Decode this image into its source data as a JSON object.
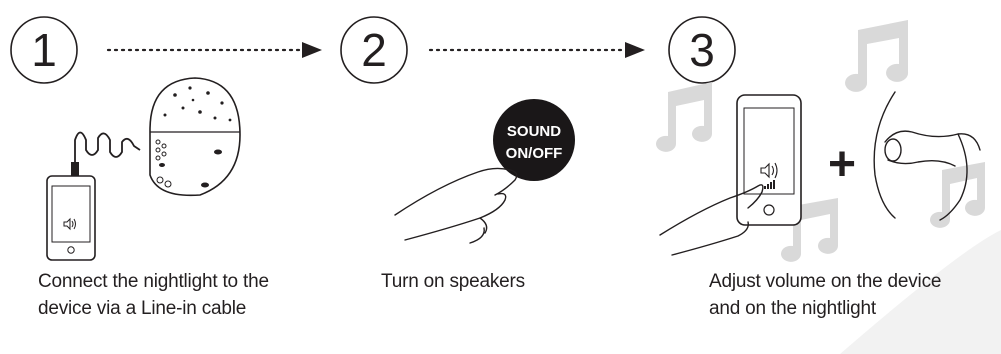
{
  "steps": [
    {
      "number": "1",
      "caption_lines": [
        "Connect the nightlight to the",
        "device via a Line-in cable"
      ]
    },
    {
      "number": "2",
      "caption_lines": [
        "Turn on speakers"
      ]
    },
    {
      "number": "3",
      "caption_lines": [
        "Adjust volume on the device",
        "and on the nightlight"
      ]
    }
  ],
  "button": {
    "line1": "SOUND",
    "line2": "ON/OFF"
  },
  "plus_sign": "+",
  "colors": {
    "ink": "#231f20",
    "note_gray": "#d9d9d9",
    "button_fill": "#1a1718",
    "button_text": "#ffffff"
  }
}
